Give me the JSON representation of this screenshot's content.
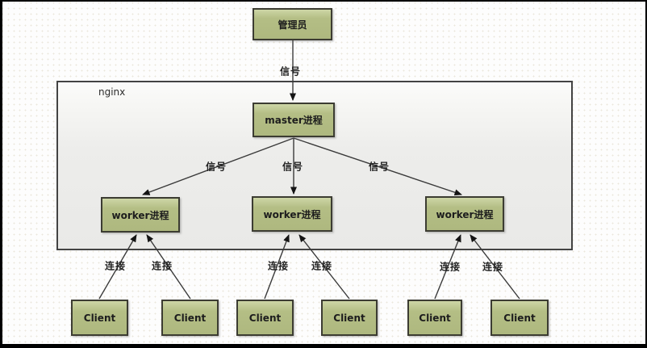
{
  "container": {
    "label": "nginx"
  },
  "nodes": {
    "admin": {
      "label": "管理员"
    },
    "master": {
      "label": "master进程"
    },
    "workers": [
      {
        "label": "worker进程"
      },
      {
        "label": "worker进程"
      },
      {
        "label": "worker进程"
      }
    ],
    "clients": [
      {
        "label": "Client"
      },
      {
        "label": "Client"
      },
      {
        "label": "Client"
      },
      {
        "label": "Client"
      },
      {
        "label": "Client"
      },
      {
        "label": "Client"
      }
    ]
  },
  "edge_labels": {
    "signals": [
      {
        "label": "信号"
      },
      {
        "label": "信号"
      },
      {
        "label": "信号"
      },
      {
        "label": "信号"
      }
    ],
    "connections": [
      {
        "label": "连接"
      },
      {
        "label": "连接"
      },
      {
        "label": "连接"
      },
      {
        "label": "连接"
      },
      {
        "label": "连接"
      },
      {
        "label": "连接"
      }
    ]
  },
  "colors": {
    "node_fill": "#b4be85",
    "node_fill_top": "#cdd6a6",
    "node_border": "#3c3c32",
    "edge_color": "#3a3a3a",
    "container_border": "#434343",
    "frame_color": "#000000",
    "text_color": "#1d1d1d",
    "bg_color": "#fdfdfd"
  }
}
